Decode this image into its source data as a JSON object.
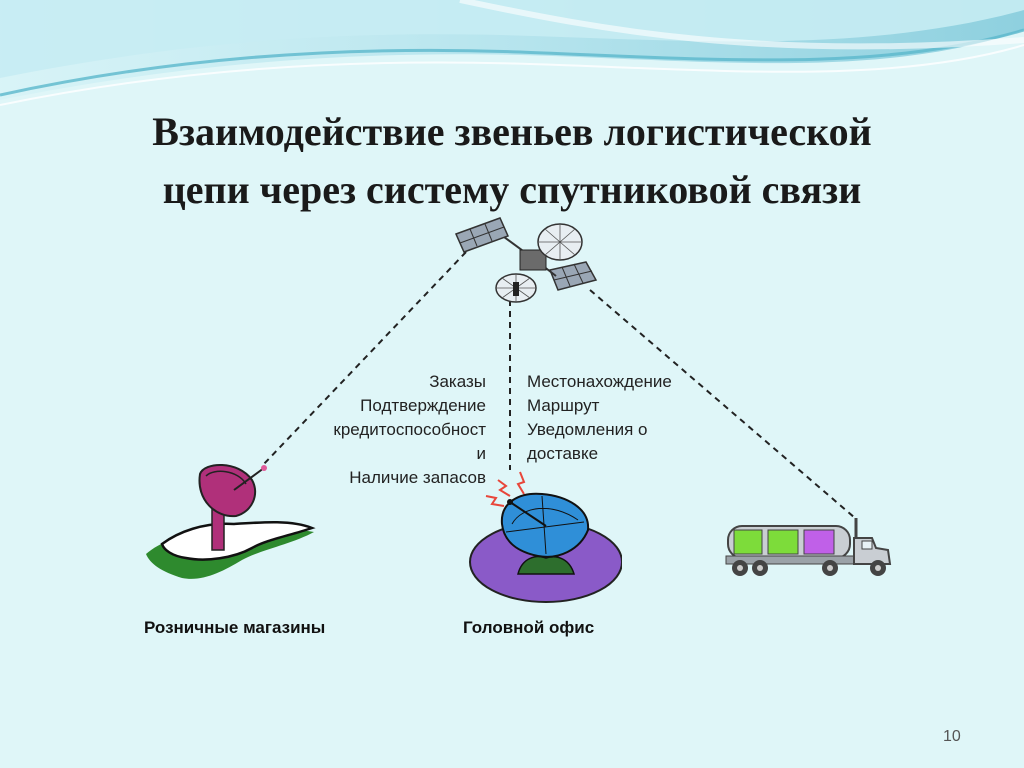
{
  "slide": {
    "title_line1": "Взаимодействие звеньев логистической",
    "title_line2": "цепи через систему спутниковой связи",
    "left_labels": [
      "Заказы",
      "Подтверждение",
      "кредитоспособност",
      "и",
      "Наличие запасов"
    ],
    "right_labels": [
      "Местонахождение",
      "Маршрут",
      "Уведомления о",
      "доставке"
    ],
    "caption_retail": "Розничные магазины",
    "caption_office": "Головной офис",
    "page_number": "10"
  },
  "colors": {
    "background": "#dff6f8",
    "wave_accent": "#5bb8cc",
    "dish_blue": "#2f8fd8",
    "dish_magenta": "#b0307a",
    "tank_green": "#7ddc3a",
    "tank_violet": "#c060e8"
  },
  "icons": [
    "satellite-icon",
    "antenna-dish-icon",
    "office-dish-icon",
    "tanker-truck-icon"
  ]
}
